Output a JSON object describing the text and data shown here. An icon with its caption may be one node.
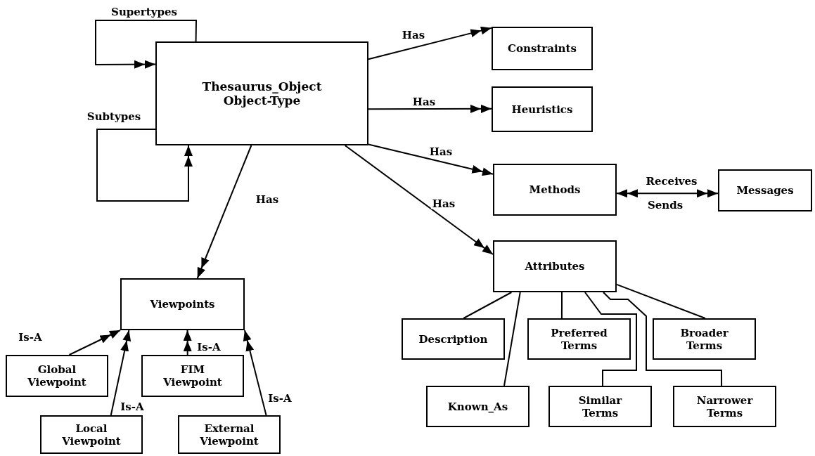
{
  "diagram": {
    "nodes": [
      {
        "text": [
          "Thesaurus_Object Object-Type"
        ]
      },
      {
        "text": [
          "Constraints"
        ]
      },
      {
        "text": [
          "Heuristics"
        ]
      },
      {
        "text": [
          "Methods"
        ]
      },
      {
        "text": [
          "Messages"
        ]
      },
      {
        "text": [
          "Viewpoints"
        ]
      },
      {
        "text": [
          "Attributes"
        ]
      },
      {
        "text": [
          "Description"
        ]
      },
      {
        "text": [
          "Preferred Terms"
        ]
      },
      {
        "text": [
          "Broader Terms"
        ]
      },
      {
        "text": [
          "Global Viewpoint"
        ]
      },
      {
        "text": [
          "FIM Viewpoint"
        ]
      },
      {
        "text": [
          "Known_As"
        ]
      },
      {
        "text": [
          "Similar Terms"
        ]
      },
      {
        "text": [
          "Narrower Terms"
        ]
      },
      {
        "text": [
          "Local Viewpoint"
        ]
      },
      {
        "text": [
          "External Viewpoint"
        ]
      }
    ],
    "edges": [
      {
        "from": 0,
        "to": 0,
        "arrow": "to",
        "label": "Supertypes"
      },
      {
        "from": 0,
        "to": 0,
        "arrow": "to",
        "label": "Subtypes"
      },
      {
        "from": 0,
        "to": 1,
        "arrow": "to",
        "label": "Has"
      },
      {
        "from": 0,
        "to": 2,
        "arrow": "to",
        "label": "Has"
      },
      {
        "from": 0,
        "to": 3,
        "arrow": "to",
        "label": "Has"
      },
      {
        "from": 3,
        "to": 4,
        "arrow": "both",
        "label": "Receives"
      },
      {
        "from": 0,
        "to": 6,
        "arrow": "to",
        "label": "Has"
      },
      {
        "from": 0,
        "to": 5,
        "arrow": "to",
        "label": "Has"
      },
      {
        "from": 10,
        "to": 5,
        "arrow": "to",
        "label": "Is-A"
      },
      {
        "from": 11,
        "to": 5,
        "arrow": "to",
        "label": "Is-A"
      },
      {
        "from": 15,
        "to": 5,
        "arrow": "to",
        "label": "Is-A"
      },
      {
        "from": 16,
        "to": 5,
        "arrow": "to",
        "label": "Is-A"
      },
      {
        "from": 6,
        "to": 7,
        "arrow": "none"
      },
      {
        "from": 6,
        "to": 12,
        "arrow": "none"
      },
      {
        "from": 6,
        "to": 8,
        "arrow": "none"
      },
      {
        "from": 6,
        "to": 13,
        "arrow": "none"
      },
      {
        "from": 6,
        "to": 14,
        "arrow": "none"
      },
      {
        "from": 6,
        "to": 9,
        "arrow": "none"
      }
    ],
    "labels": [
      "Sends"
    ]
  }
}
